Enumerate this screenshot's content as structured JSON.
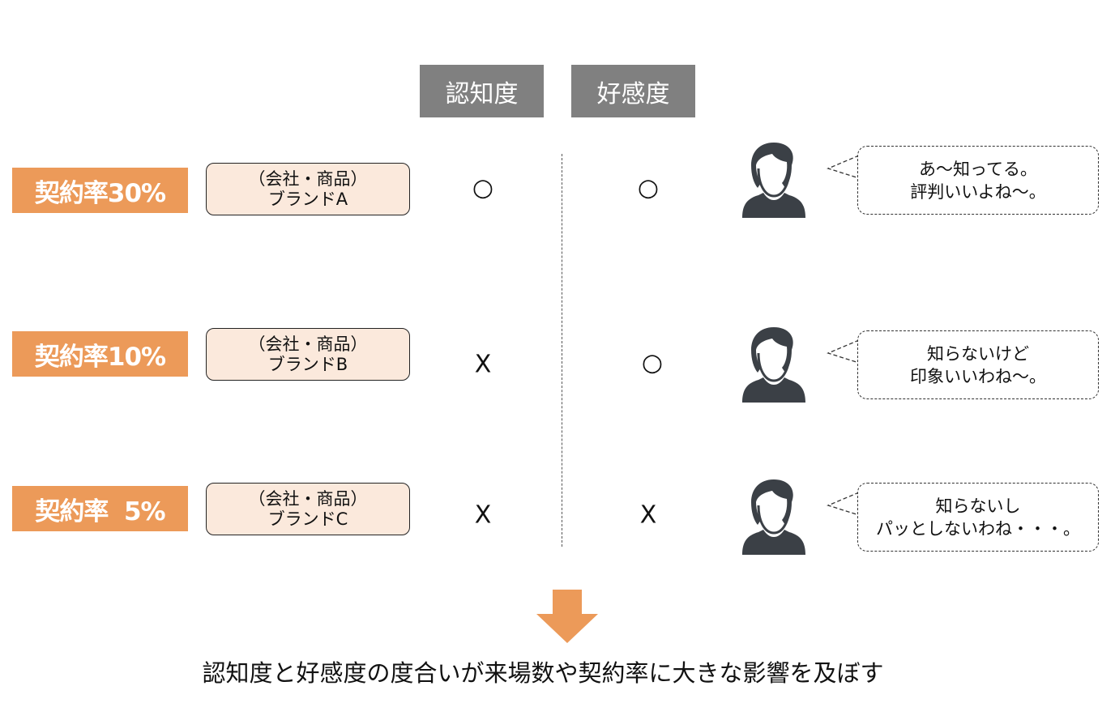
{
  "headers": {
    "awareness": "認知度",
    "favorability": "好感度"
  },
  "rows": [
    {
      "rate": "契約率30%",
      "brand_line1": "（会社・商品）",
      "brand_line2": "ブランドA",
      "awareness": "○",
      "favorability": "○",
      "speech_line1": "あ～知ってる。",
      "speech_line2": "評判いいよね～。"
    },
    {
      "rate": "契約率10%",
      "brand_line1": "（会社・商品）",
      "brand_line2": "ブランドB",
      "awareness": "X",
      "favorability": "○",
      "speech_line1": "知らないけど",
      "speech_line2": "印象いいわね～。"
    },
    {
      "rate": "契約率  5%",
      "brand_line1": "（会社・商品）",
      "brand_line2": "ブランドC",
      "awareness": "X",
      "favorability": "X",
      "speech_line1": "知らないし",
      "speech_line2": "パッとしないわね・・・。"
    }
  ],
  "conclusion": "認知度と好感度の度合いが来場数や契約率に大きな影響を及ぼす",
  "colors": {
    "accent": "#ec9a59",
    "header": "#808080",
    "brand_fill": "#fbe9dc",
    "person": "#3b4046"
  }
}
